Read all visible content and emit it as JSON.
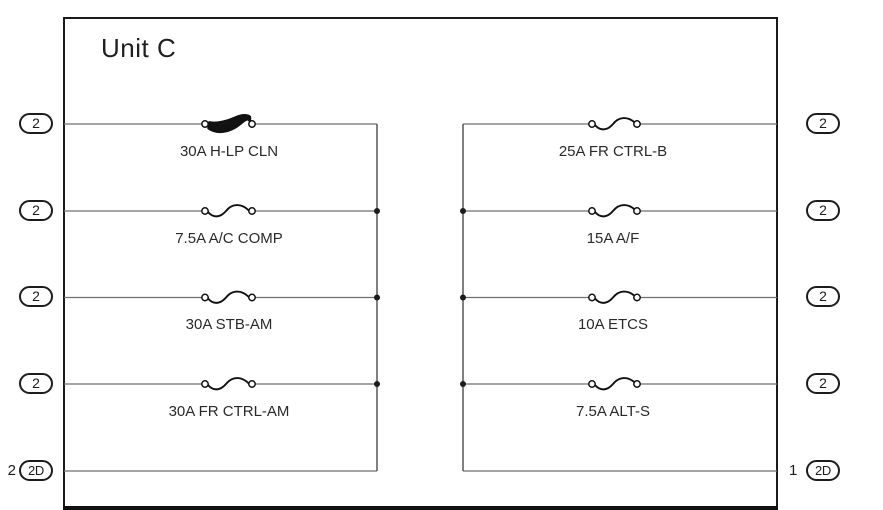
{
  "title": "Unit C",
  "colors": {
    "wire": "#6f6f6f",
    "bus": "#4a4a4a",
    "frame": "#1a1a1a",
    "symbol": "#111111",
    "text": "#1a1a1a",
    "background": "#ffffff"
  },
  "rows_left": [
    {
      "connector": "2",
      "label": "30A H-LP CLN",
      "symbol": "fusible-link"
    },
    {
      "connector": "2",
      "label": "7.5A A/C COMP",
      "symbol": "fuse"
    },
    {
      "connector": "2",
      "label": "30A STB-AM",
      "symbol": "fuse"
    },
    {
      "connector": "2",
      "label": "30A FR CTRL-AM",
      "symbol": "fuse"
    }
  ],
  "rows_right": [
    {
      "connector": "2",
      "label": "25A FR CTRL-B",
      "symbol": "fuse"
    },
    {
      "connector": "2",
      "label": "15A A/F",
      "symbol": "fuse"
    },
    {
      "connector": "2",
      "label": "10A ETCS",
      "symbol": "fuse"
    },
    {
      "connector": "2",
      "label": "7.5A ALT-S",
      "symbol": "fuse"
    }
  ],
  "bottom_left": {
    "pin": "2",
    "connector": "2D"
  },
  "bottom_right": {
    "pin": "1",
    "connector": "2D"
  }
}
